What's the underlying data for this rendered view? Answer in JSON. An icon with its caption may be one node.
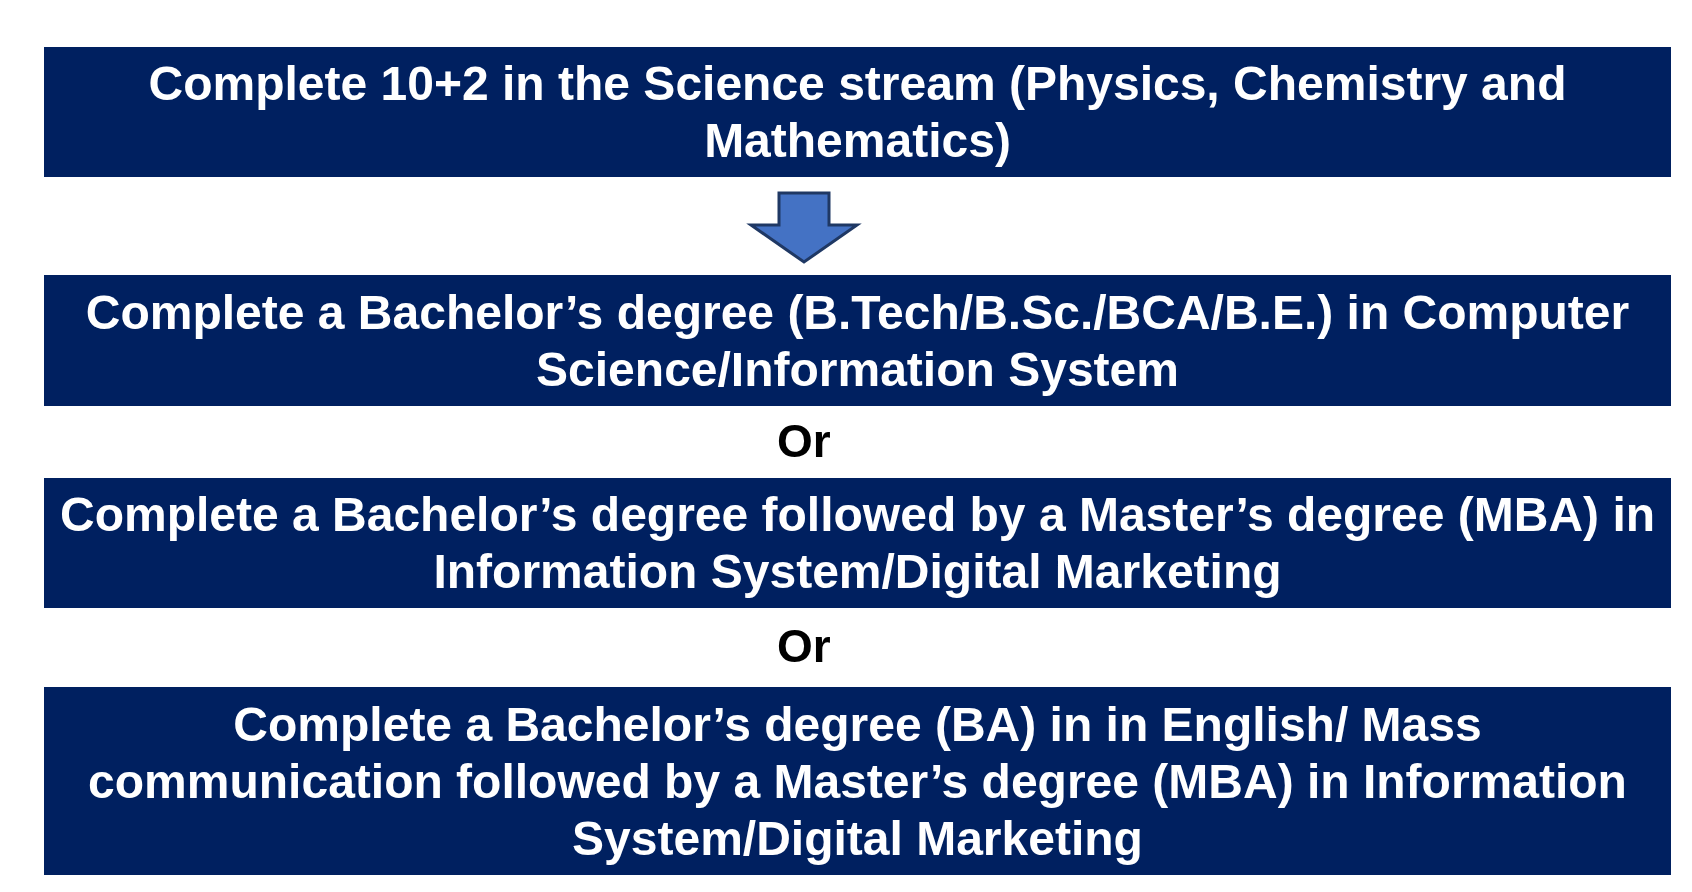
{
  "diagram": {
    "nodes": [
      {
        "text": [
          "Complete 10+2 in the Science stream (Physics, Chemistry and Mathematics)"
        ]
      },
      {
        "text": [
          "Complete a Bachelor’s degree (B.Tech/B.Sc./BCA/B.E.) in Computer Science/Information System"
        ]
      },
      {
        "text": [
          "Complete a Bachelor’s degree followed by a Master’s degree (MBA) in Information System/Digital Marketing"
        ]
      },
      {
        "text": [
          "Complete a Bachelor’s degree (BA) in in English/ Mass communication followed by a Master’s degree (MBA) in Information System/Digital Marketing"
        ]
      }
    ],
    "edges": [
      {
        "from": 0,
        "to": 1,
        "arrow": "to"
      }
    ],
    "labels": [
      "Or",
      "Or"
    ]
  }
}
